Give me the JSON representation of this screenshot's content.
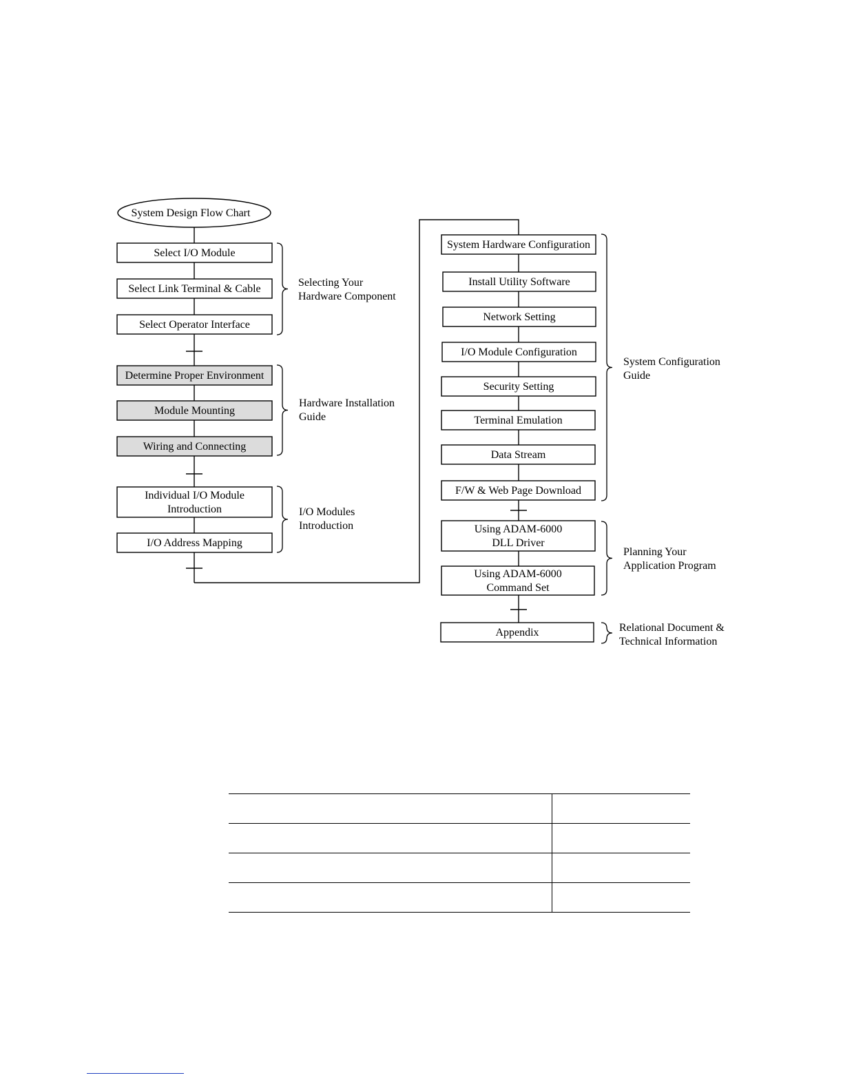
{
  "flowchart": {
    "start": "System Design Flow Chart",
    "left_column": [
      {
        "lines": [
          "Select I/O Module"
        ],
        "shaded": false
      },
      {
        "lines": [
          "Select Link Terminal & Cable"
        ],
        "shaded": false
      },
      {
        "lines": [
          "Select Operator Interface"
        ],
        "shaded": false
      },
      {
        "lines": [
          "Determine Proper Environment"
        ],
        "shaded": true
      },
      {
        "lines": [
          "Module Mounting"
        ],
        "shaded": true
      },
      {
        "lines": [
          "Wiring and Connecting"
        ],
        "shaded": true
      },
      {
        "lines": [
          "Individual I/O Module",
          "Introduction"
        ],
        "shaded": false
      },
      {
        "lines": [
          "I/O Address Mapping"
        ],
        "shaded": false
      }
    ],
    "right_column": [
      {
        "lines": [
          "System Hardware Configuration"
        ],
        "shaded": false
      },
      {
        "lines": [
          "Install Utility Software"
        ],
        "shaded": false
      },
      {
        "lines": [
          "Network Setting"
        ],
        "shaded": false
      },
      {
        "lines": [
          "I/O Module Configuration"
        ],
        "shaded": false
      },
      {
        "lines": [
          "Security Setting"
        ],
        "shaded": false
      },
      {
        "lines": [
          "Terminal Emulation"
        ],
        "shaded": false
      },
      {
        "lines": [
          "Data Stream"
        ],
        "shaded": false
      },
      {
        "lines": [
          "F/W & Web Page Download"
        ],
        "shaded": false
      },
      {
        "lines": [
          "Using ADAM-6000",
          "DLL Driver"
        ],
        "shaded": false
      },
      {
        "lines": [
          "Using ADAM-6000",
          "Command Set"
        ],
        "shaded": false
      },
      {
        "lines": [
          "Appendix"
        ],
        "shaded": false
      }
    ],
    "groups": [
      {
        "lines": [
          "Selecting Your",
          "Hardware Component"
        ]
      },
      {
        "lines": [
          "Hardware Installation",
          "Guide"
        ]
      },
      {
        "lines": [
          "I/O Modules",
          "Introduction"
        ]
      },
      {
        "lines": [
          "System Configuration",
          "Guide"
        ]
      },
      {
        "lines": [
          "Planning Your",
          "Application Program"
        ]
      },
      {
        "lines": [
          "Relational Document &",
          "Technical Information"
        ]
      }
    ],
    "colors": {
      "shaded_box": "#dcdcdc",
      "line": "#000000"
    }
  },
  "table": {
    "rows": [
      [
        "",
        ""
      ],
      [
        "",
        ""
      ],
      [
        "",
        ""
      ],
      [
        "",
        ""
      ]
    ]
  }
}
